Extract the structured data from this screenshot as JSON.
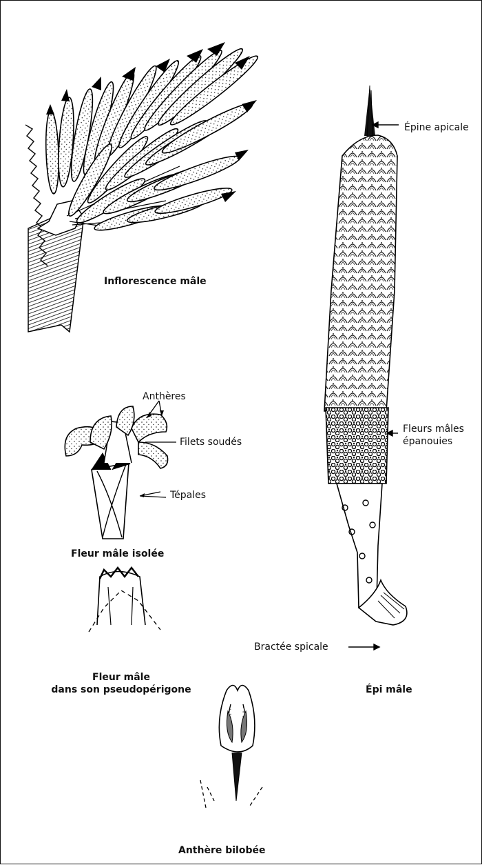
{
  "figures": {
    "inflorescence": {
      "caption": "Inflorescence mâle"
    },
    "isolated_flower": {
      "caption": "Fleur mâle isolée",
      "labels": {
        "anthers": "Anthères",
        "filaments": "Filets soudés",
        "tepals": "Tépales"
      }
    },
    "pseudoperigone": {
      "caption_line1": "Fleur mâle",
      "caption_line2": "dans son pseudopérigone"
    },
    "anther": {
      "caption": "Anthère bilobée"
    },
    "spike": {
      "caption": "Épi mâle",
      "labels": {
        "apical_spine": "Épine apicale",
        "open_flowers_line1": "Fleurs mâles",
        "open_flowers_line2": "épanouies",
        "spike_bract": "Bractée spicale"
      }
    }
  }
}
